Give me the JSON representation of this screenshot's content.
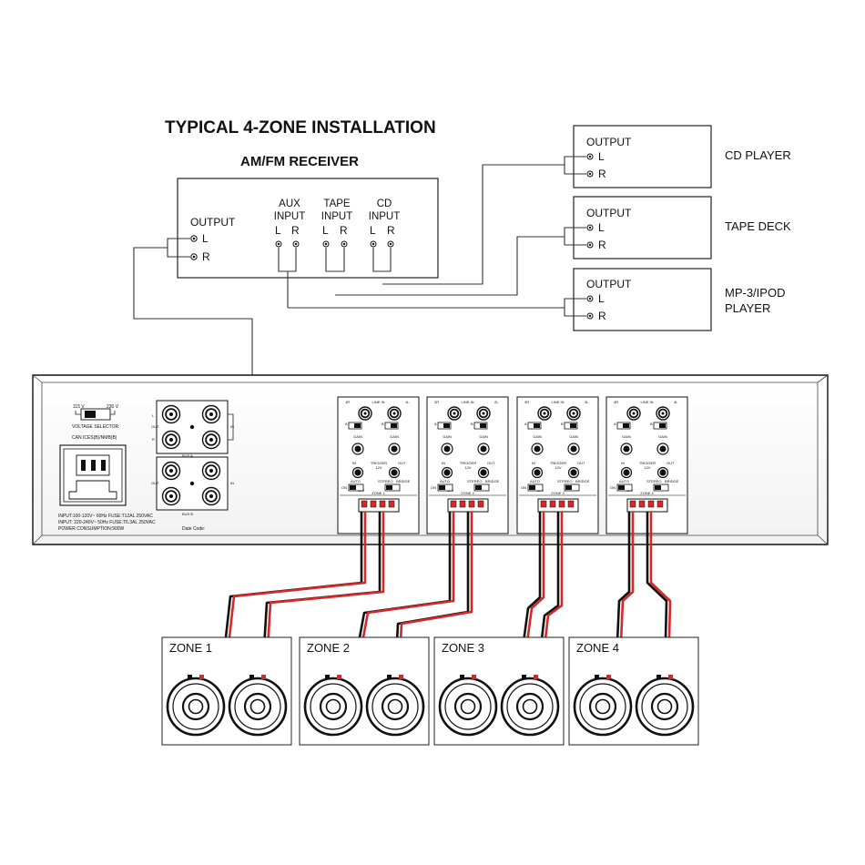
{
  "title": "TYPICAL 4-ZONE INSTALLATION",
  "receiver": {
    "name": "AM/FM RECEIVER",
    "output_label": "OUTPUT",
    "inputs": [
      {
        "line1": "AUX",
        "line2": "INPUT"
      },
      {
        "line1": "TAPE",
        "line2": "INPUT"
      },
      {
        "line1": "CD",
        "line2": "INPUT"
      }
    ]
  },
  "channels": {
    "left": "L",
    "right": "R"
  },
  "sources": [
    {
      "name_line1": "CD PLAYER",
      "name_line2": "",
      "output_label": "OUTPUT"
    },
    {
      "name_line1": "TAPE DECK",
      "name_line2": "",
      "output_label": "OUTPUT"
    },
    {
      "name_line1": "MP-3/IPOD",
      "name_line2": "PLAYER",
      "output_label": "OUTPUT"
    }
  ],
  "amplifier": {
    "voltage_115": "115 V",
    "voltage_230": "230 V",
    "voltage_selector": "VOLTAGE SELECTOR",
    "cert": "CAN ICES(B)/NMB(B)",
    "spec_lines": [
      "INPUT:100-120V~ 60Hz FUSE:T12AL 250VAC",
      "INPUT: 220-240V~ 50Hz FUSE:T6.3AL 250VAC",
      "POWER CONSUMPTION:900W"
    ],
    "date_code": "Date Code:",
    "bus_a": "BUS A",
    "bus_b": "BUS B",
    "out": "OUT",
    "in": "IN",
    "module": {
      "line_in": "LINE IN",
      "gain": "GAIN",
      "trigger": "TRIGGER",
      "trig_in": "IN",
      "trig_out": "OUT",
      "v12": "12V",
      "auto": "AUTO",
      "on": "ON",
      "stereo": "STEREO",
      "bridge": "BRIDGE",
      "a": "A",
      "b": "B"
    },
    "modules": [
      {
        "zone": "ZONE 1",
        "left": "1L",
        "right": "1R"
      },
      {
        "zone": "ZONE 2",
        "left": "2L",
        "right": "2R"
      },
      {
        "zone": "ZONE 3",
        "left": "3L",
        "right": "3R"
      },
      {
        "zone": "ZONE 4",
        "left": "4L",
        "right": "4R"
      }
    ]
  },
  "zones": [
    {
      "label": "ZONE 1"
    },
    {
      "label": "ZONE 2"
    },
    {
      "label": "ZONE 3"
    },
    {
      "label": "ZONE 4"
    }
  ],
  "colors": {
    "speaker_wire_red": "#d62828",
    "speaker_wire_black": "#111111",
    "line": "#222222"
  }
}
